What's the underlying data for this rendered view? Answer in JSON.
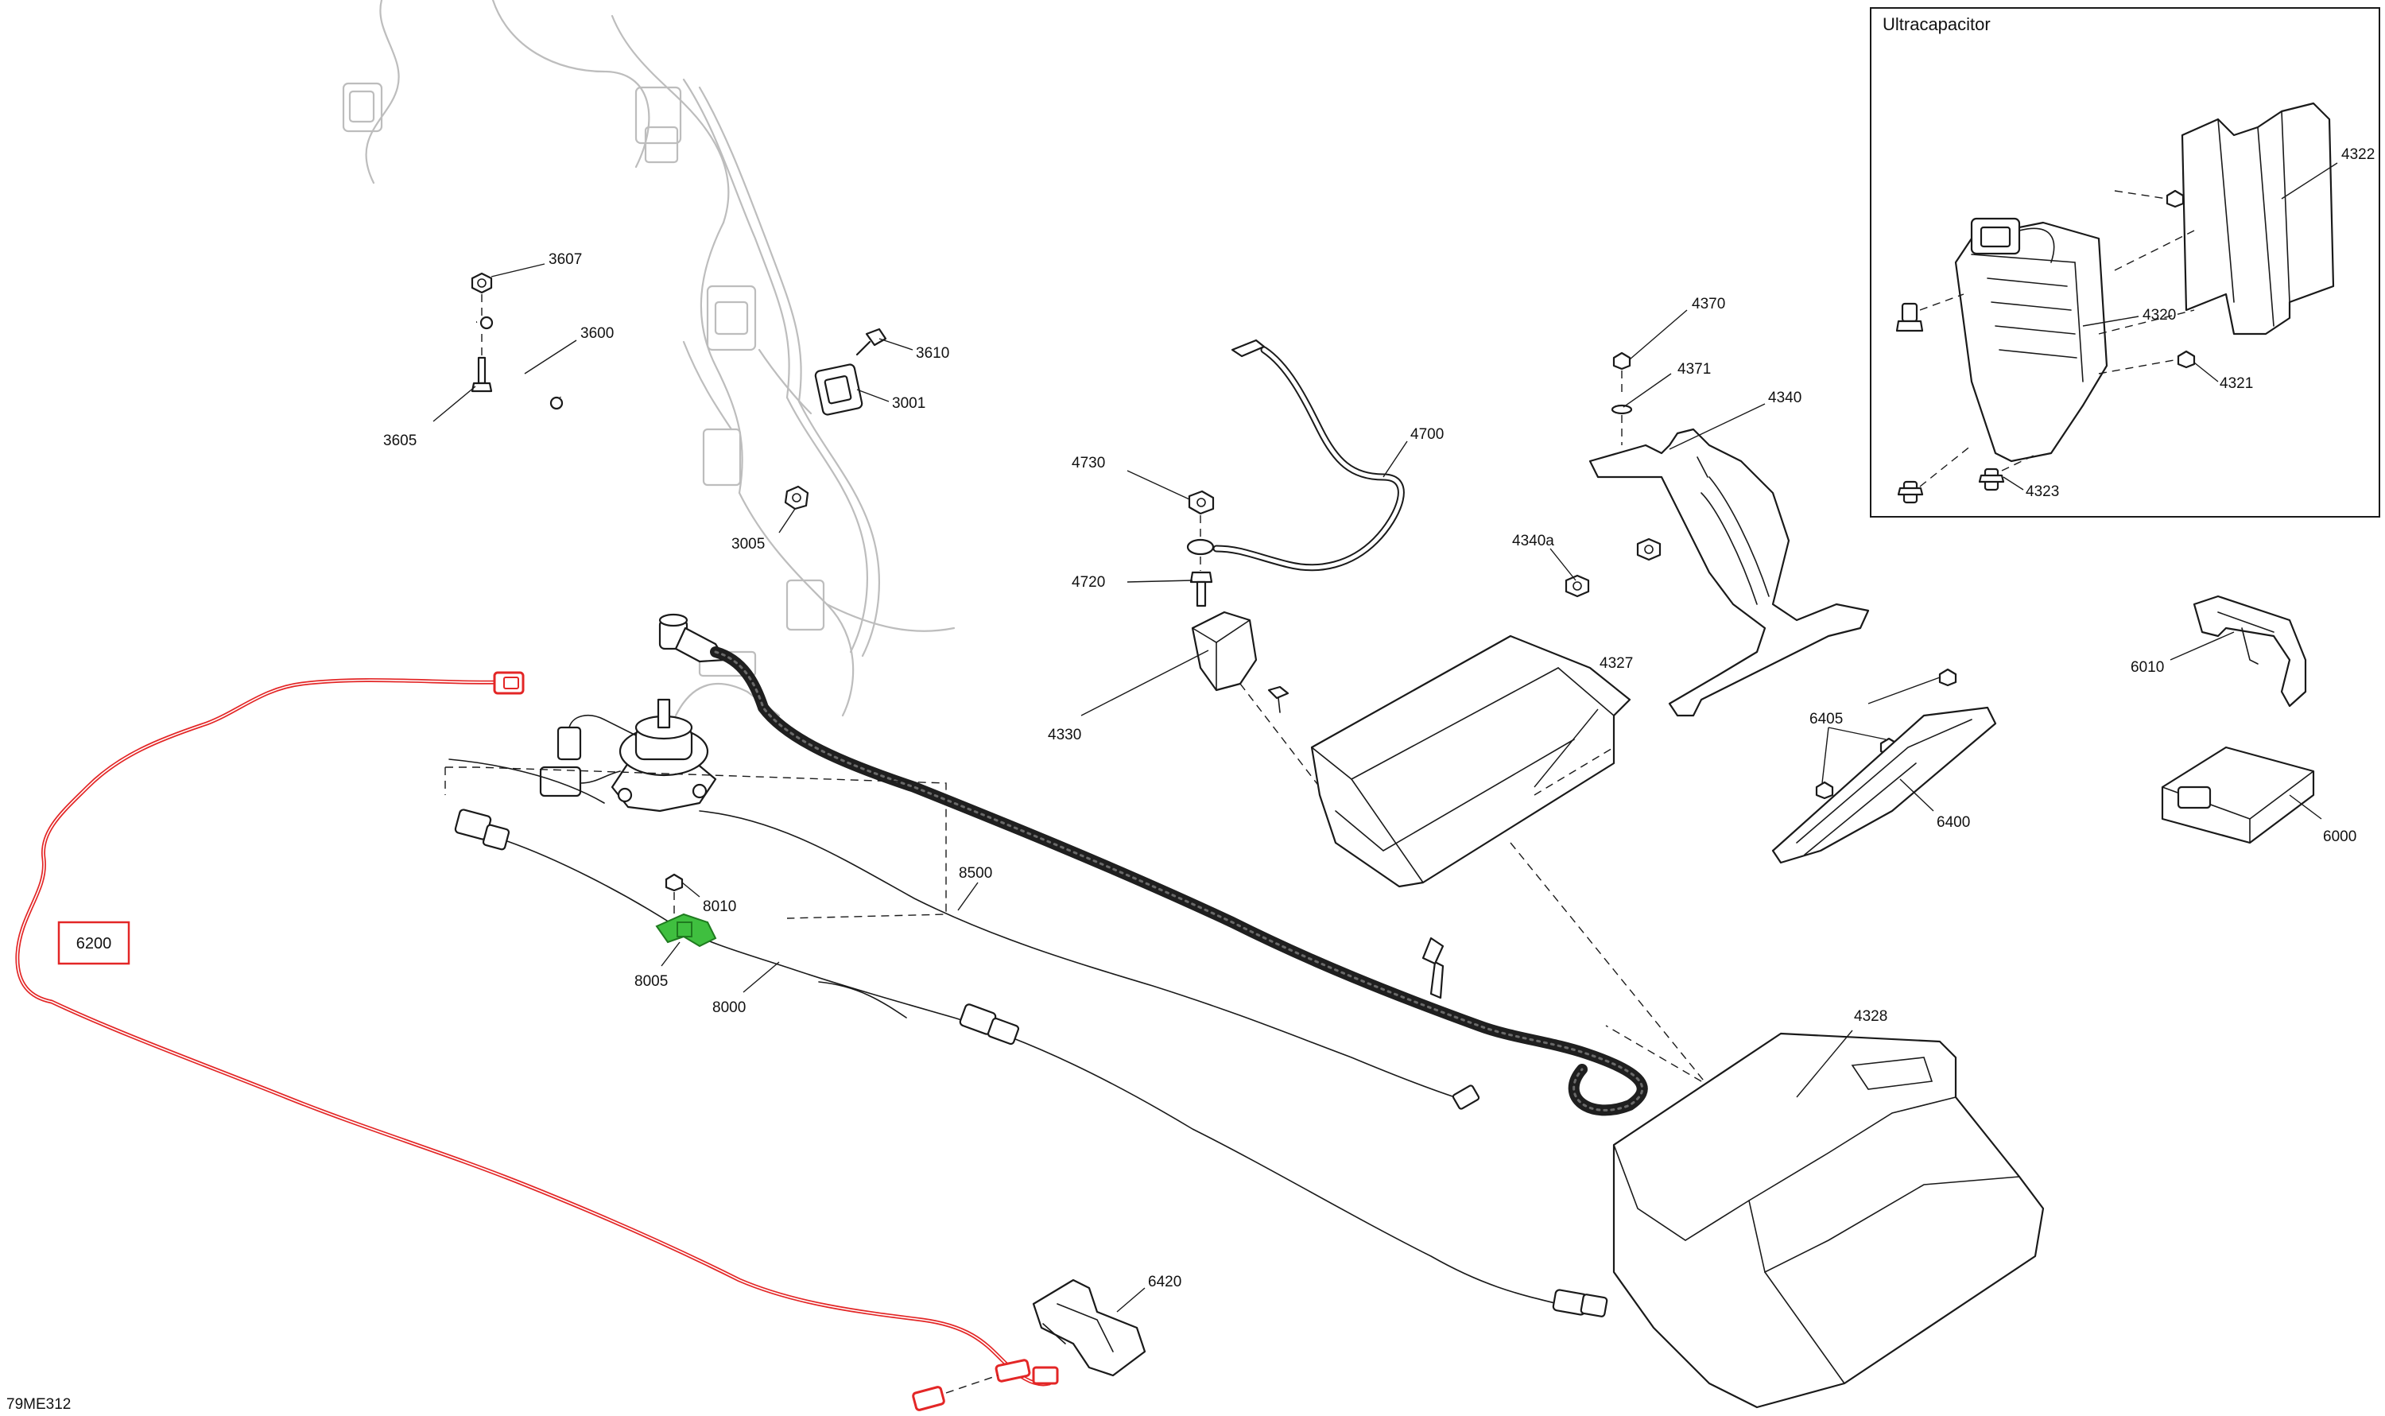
{
  "drawing_code": "79ME312",
  "inset": {
    "title": "Ultracapacitor"
  },
  "callouts": {
    "c3607": "3607",
    "c3600": "3600",
    "c3605": "3605",
    "c3610": "3610",
    "c3001": "3001",
    "c3005": "3005",
    "c4700": "4700",
    "c4730": "4730",
    "c4720": "4720",
    "c4330": "4330",
    "c4370": "4370",
    "c4371": "4371",
    "c4340": "4340",
    "c4340a": "4340a",
    "c4327": "4327",
    "c4328": "4328",
    "c6405": "6405",
    "c6400": "6400",
    "c6010": "6010",
    "c6000": "6000",
    "c6420": "6420",
    "c6200": "6200",
    "c8010": "8010",
    "c8005": "8005",
    "c8000": "8000",
    "c8500": "8500",
    "c4322": "4322",
    "c4320": "4320",
    "c4321": "4321",
    "c4323": "4323"
  },
  "colors": {
    "highlight_red": "#e32626",
    "highlight_green": "#3fbf3f",
    "ghost_gray": "#bdbdbd",
    "line": "#1a1a1a"
  }
}
